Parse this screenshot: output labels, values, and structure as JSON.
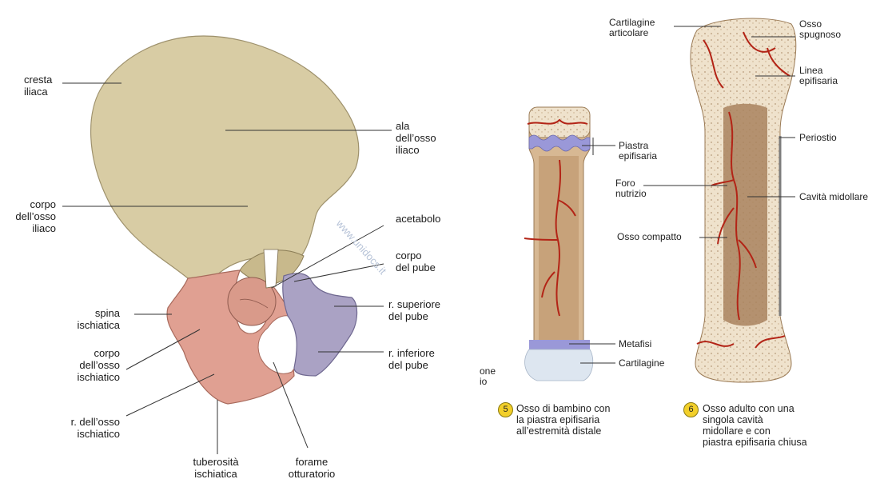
{
  "pelvis": {
    "labels": {
      "cresta_iliaca": "cresta\niliaca",
      "ala_osso_iliaco": "ala\ndell’osso\niliaco",
      "corpo_osso_iliaco": "corpo\ndell’osso\niliaco",
      "acetabolo": "acetabolo",
      "corpo_pube": "corpo\ndel pube",
      "spina_ischiatica": "spina\nischiatica",
      "r_superiore_pube": "r. superiore\ndel pube",
      "corpo_osso_ischiatico": "corpo\ndell’osso\nischiatico",
      "r_inferiore_pube": "r. inferiore\ndel pube",
      "r_osso_ischiatico": "r. dell’osso\nischiatico",
      "tuberosita_ischiatica": "tuberosità\nischiatica",
      "forame_otturatorio": "forame\notturatorio"
    },
    "colors": {
      "ilium": "#d8cca4",
      "ischium": "#e0a092",
      "pubis": "#aaa2c4"
    }
  },
  "bones": {
    "labels": {
      "cartilagine_articolare": "Cartilagine\narticolare",
      "osso_spugnoso": "Osso\nspugnoso",
      "linea_epifisaria": "Linea\nepifisaria",
      "piastra_epifisaria": "Piastra\nepifisaria",
      "periostio": "Periostio",
      "foro_nutrizio": "Foro\nnutrizio",
      "cavita_midollare": "Cavità midollare",
      "osso_compatto": "Osso compatto",
      "metafisi": "Metafisi",
      "cartilagine": "Cartilagine",
      "cut_text": "one\nio"
    },
    "captions": [
      {
        "num": "5",
        "text": "Osso di bambino con\nla piastra epifisaria\nall’estremità distale"
      },
      {
        "num": "6",
        "text": "Osso adulto con una\nsingola cavità\nmidollare e con\npiastra epifisaria chiusa"
      }
    ],
    "colors": {
      "bone_tan": "#d9b892",
      "bone_light": "#f0e4d0",
      "vessel": "#b32416",
      "plate": "#9a98d8",
      "cartilage": "#dde6f0"
    }
  },
  "watermark": "www.unidocs.it"
}
